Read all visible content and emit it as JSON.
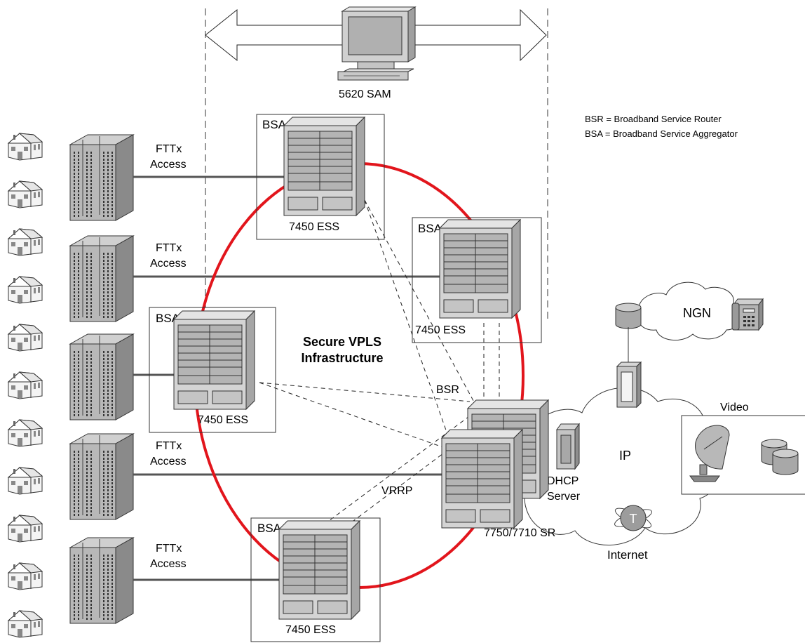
{
  "sam": {
    "label": "5620 SAM"
  },
  "legend": [
    "BSR = Broadband Service Router",
    "BSA = Broadband Service Aggregator"
  ],
  "access_groups": [
    {
      "line1": "FTTx",
      "line2": "Access"
    },
    {
      "line1": "FTTx",
      "line2": "Access"
    },
    {
      "line1": "FTTx",
      "line2": "Access"
    },
    {
      "line1": "FTTx",
      "line2": "Access"
    }
  ],
  "bsa_nodes": [
    {
      "box_label": "BSA",
      "device_label": "7450 ESS"
    },
    {
      "box_label": "BSA",
      "device_label": "7450 ESS"
    },
    {
      "box_label": "BSA",
      "device_label": "7450 ESS"
    },
    {
      "box_label": "BSA",
      "device_label": "7450 ESS"
    }
  ],
  "ring": {
    "title_line1": "Secure VPLS",
    "title_line2": "Infrastructure",
    "color": "#e2151c"
  },
  "bsr": {
    "label": "BSR",
    "redundancy_label": "VRRP",
    "device_label": "7750/7710 SR"
  },
  "ip_cloud": {
    "label": "IP",
    "dhcp_line1": "DHCP",
    "dhcp_line2": "Server",
    "internet_label": "Internet",
    "internet_icon_glyph": "T"
  },
  "ngn": {
    "label": "NGN"
  },
  "video": {
    "label": "Video"
  }
}
